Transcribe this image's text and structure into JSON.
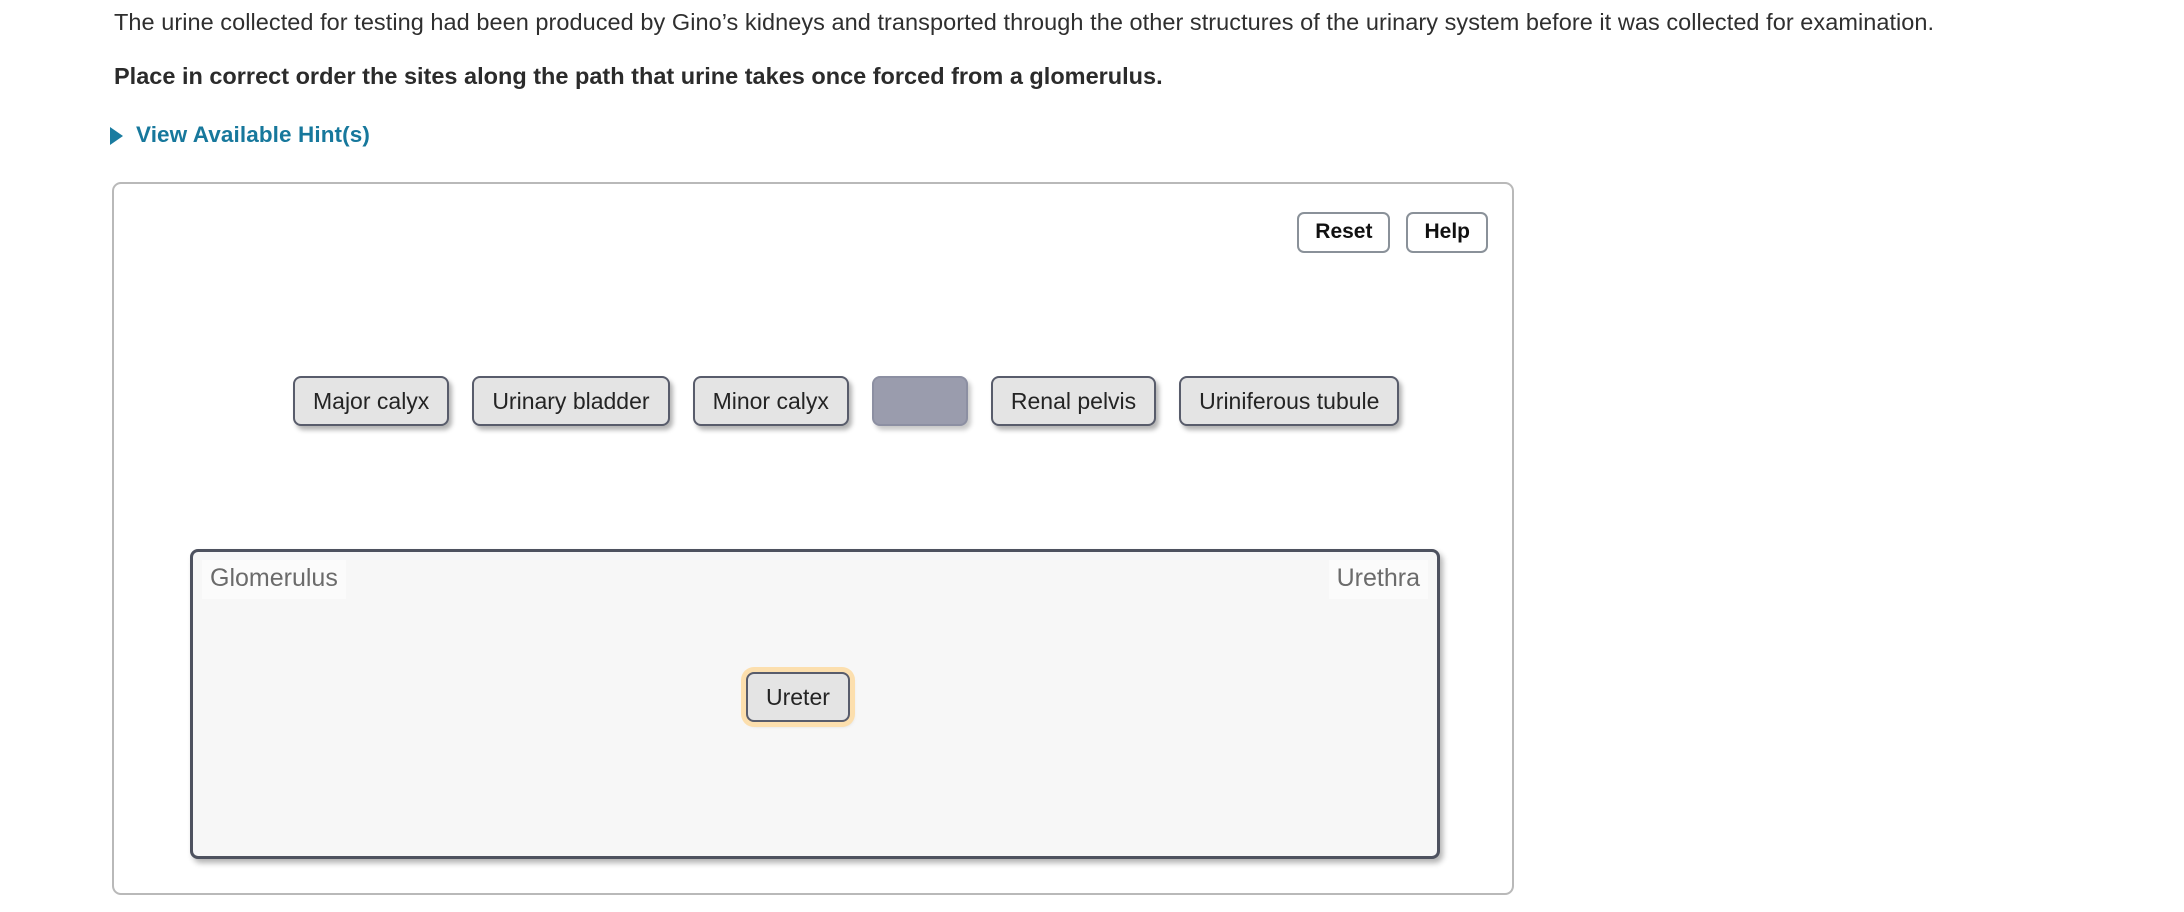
{
  "question": {
    "context": "The urine collected for testing had been produced by Gino’s kidneys and transported through the other structures of the urinary system before it was collected for examination.",
    "prompt": "Place in correct order the sites along the path that urine takes once forced from a glomerulus."
  },
  "hints": {
    "label": "View Available Hint(s)",
    "caret_icon": "triangle-right-icon",
    "accent_color": "#17789c"
  },
  "toolbar": {
    "reset_label": "Reset",
    "help_label": "Help"
  },
  "bank": {
    "tiles": [
      {
        "label": "Major calyx",
        "state": "available"
      },
      {
        "label": "Urinary bladder",
        "state": "available"
      },
      {
        "label": "Minor calyx",
        "state": "available"
      },
      {
        "label": "",
        "state": "empty-placeholder"
      },
      {
        "label": "Renal pelvis",
        "state": "available"
      },
      {
        "label": "Uriniferous tubule",
        "state": "available"
      }
    ]
  },
  "dropzone": {
    "start_label": "Glomerulus",
    "end_label": "Urethra",
    "placed": [
      {
        "label": "Ureter",
        "state": "selected"
      }
    ]
  },
  "colors": {
    "tile_fill": "#e4e4e4",
    "tile_border": "#585c6b",
    "placeholder_fill": "#9a9cad",
    "dropzone_fill": "#f7f7f7",
    "dropzone_border": "#4e525f",
    "selection_glow": "#fcdfae",
    "panel_border": "#b9b9b9"
  }
}
